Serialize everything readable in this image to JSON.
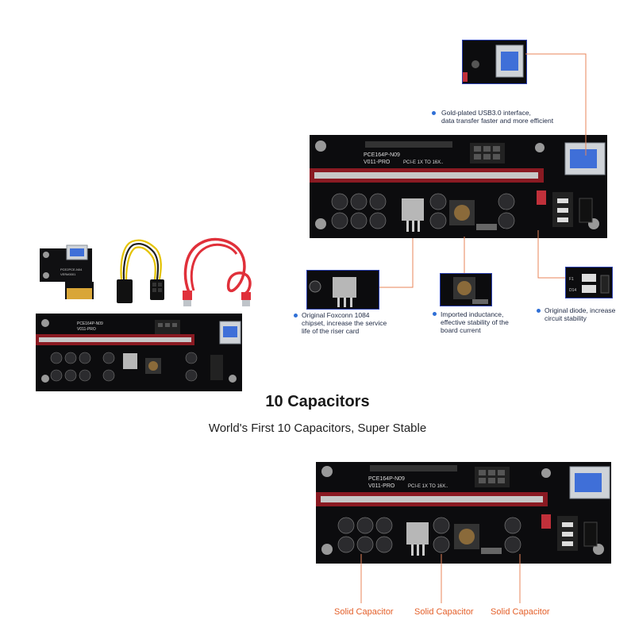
{
  "product": {
    "board_model": "PCE164P-N09",
    "board_version": "V011-PRO",
    "board_desc": "PCI-E 1X TO 16X...",
    "adapter_model": "PCE2PCE-N04",
    "adapter_version": "VER#0001"
  },
  "callouts": {
    "usb": {
      "line1": "Gold-plated USB3.0 interface,",
      "line2": "data transfer faster and more efficient"
    },
    "chipset": {
      "line1": "Original Foxconn 1084",
      "line2": "chipset, increase the service",
      "line3": "life of the riser card"
    },
    "inductance": {
      "line1": "Imported inductance,",
      "line2": "effective stability of the",
      "line3": "board current"
    },
    "diode": {
      "line1": "Original diode, increase",
      "line2": "circuit stability"
    }
  },
  "section": {
    "title": "10 Capacitors",
    "subtitle": "World's First 10 Capacitors, Super Stable"
  },
  "capacitor_labels": [
    "Solid Capacitor",
    "Solid Capacitor",
    "Solid Capacitor"
  ],
  "colors": {
    "pcb": "#0c0c0e",
    "slot": "#8a1a22",
    "usb_blue": "#3f6fd8",
    "cable_red": "#e0303a",
    "callout_line": "#e8845a",
    "callout_dot": "#2f6fd6",
    "label_orange": "#e4602a"
  }
}
